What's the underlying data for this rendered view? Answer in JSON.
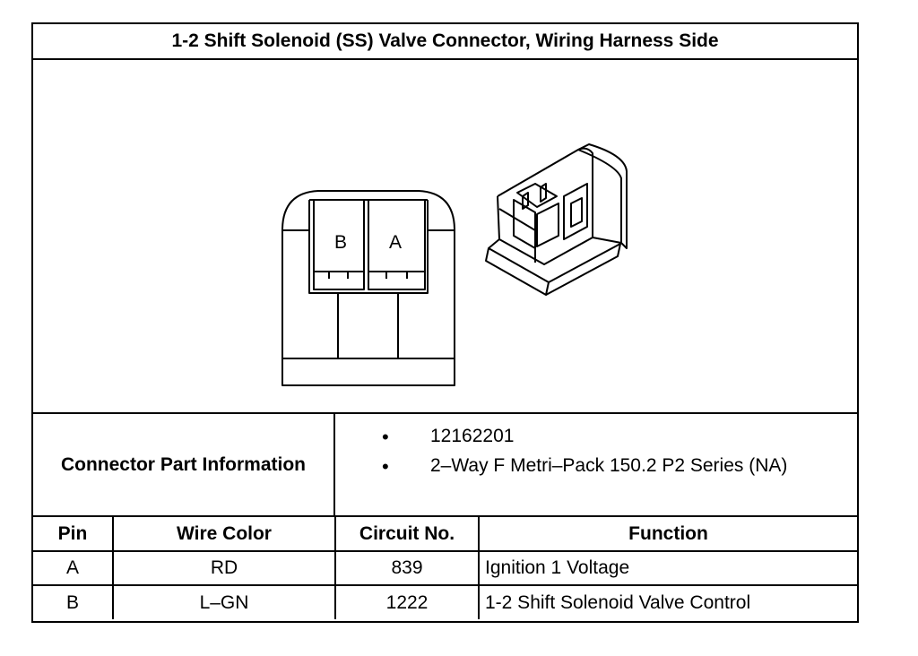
{
  "title": "1-2 Shift Solenoid (SS) Valve Connector, Wiring Harness Side",
  "drawing": {
    "face_labels": [
      "B",
      "A"
    ]
  },
  "connector_info": {
    "label": "Connector Part Information",
    "bullet": "•",
    "items": [
      "12162201",
      "2–Way F Metri–Pack 150.2 P2 Series (NA)"
    ]
  },
  "pin_table": {
    "headers": [
      "Pin",
      "Wire Color",
      "Circuit No.",
      "Function"
    ],
    "rows": [
      [
        "A",
        "RD",
        "839",
        "Ignition 1 Voltage"
      ],
      [
        "B",
        "L–GN",
        "1222",
        "1-2 Shift Solenoid Valve Control"
      ]
    ]
  }
}
